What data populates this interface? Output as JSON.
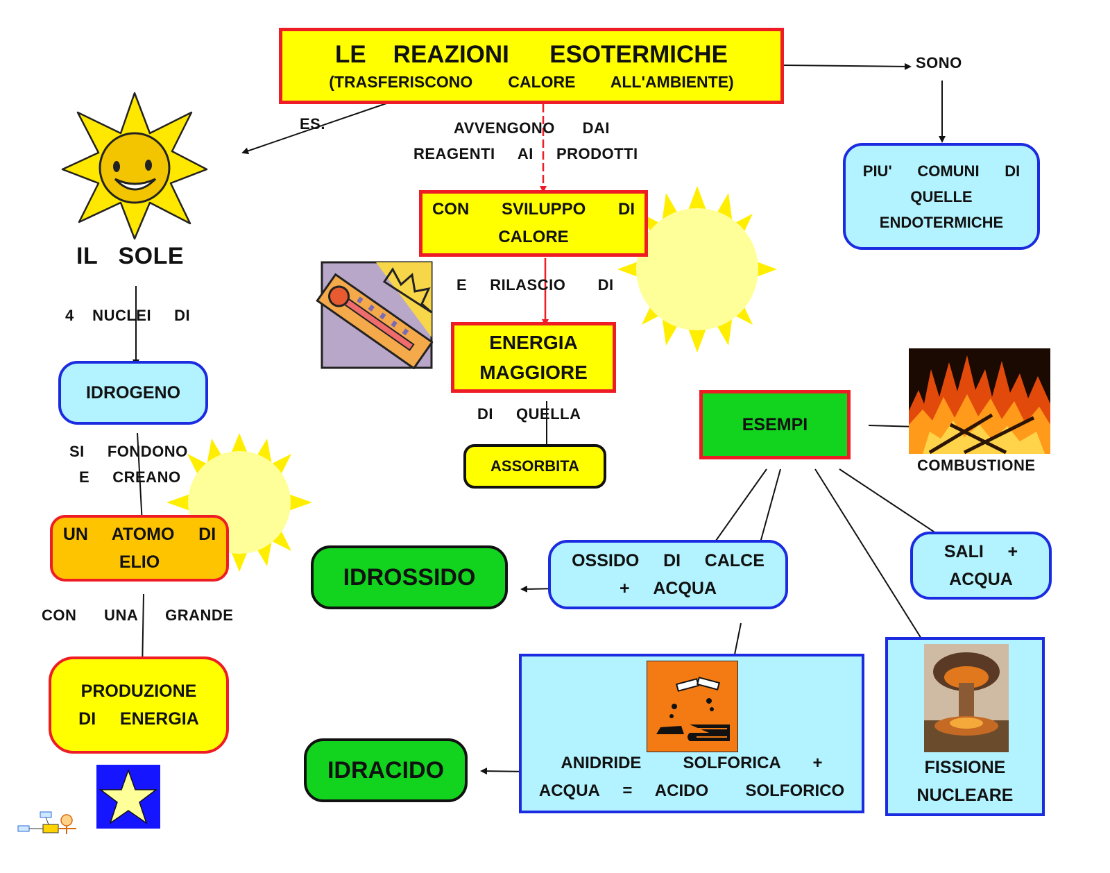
{
  "title": {
    "line1": "LE    REAZIONI      ESOTERMICHE",
    "line2": "(TRASFERISCONO        CALORE        ALL'AMBIENTE)"
  },
  "labels": {
    "sono": "SONO",
    "es": "ES.",
    "avvengono": "AVVENGONO      DAI",
    "reagenti": "REAGENTI     AI     PRODOTTI",
    "rilascio": "E     RILASCIO       DI",
    "di_quella": "DI     QUELLA",
    "nuclei": "4    NUCLEI     DI",
    "fondono": "SI     FONDONO",
    "creano": "E     CREANO",
    "grande": "CON      UNA      GRANDE",
    "il_sole": "IL   SOLE",
    "combustione": "COMBUSTIONE"
  },
  "nodes": {
    "piu_comuni": [
      "PIU'      COMUNI      DI",
      "QUELLE",
      "ENDOTERMICHE"
    ],
    "sviluppo": [
      "CON       SVILUPPO       DI",
      "CALORE"
    ],
    "energia_maggiore": [
      "ENERGIA",
      "MAGGIORE"
    ],
    "assorbita": "ASSORBITA",
    "idrogeno": "IDROGENO",
    "atomo_elio": [
      "UN     ATOMO     DI",
      "ELIO"
    ],
    "produzione": [
      "PRODUZIONE",
      "DI     ENERGIA"
    ],
    "esempi": "ESEMPI",
    "ossido": [
      "OSSIDO     DI     CALCE",
      "+     ACQUA"
    ],
    "idrossido": "IDROSSIDO",
    "sali": [
      "SALI     +",
      "ACQUA"
    ],
    "anidride": [
      "ANIDRIDE         SOLFORICA       +",
      "ACQUA     =     ACIDO        SOLFORICO"
    ],
    "idracido": "IDRACIDO",
    "fissione": [
      "FISSIONE",
      "NUCLEARE"
    ]
  },
  "colors": {
    "red": "#ee1c24",
    "yellow": "#ffff00",
    "cyan": "#b3f3ff",
    "blue": "#1b2be0",
    "green": "#12d41e",
    "orange": "#ffc400"
  }
}
